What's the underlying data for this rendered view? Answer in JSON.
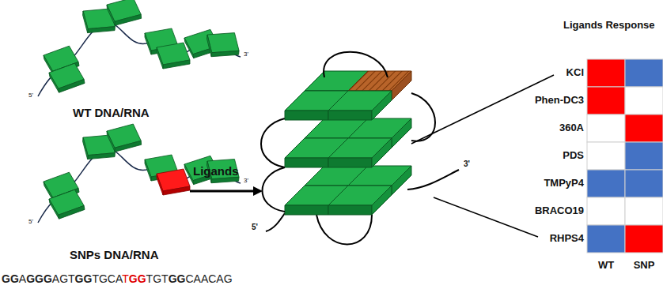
{
  "diagram": {
    "labels": [
      "5'",
      "3'",
      "WT DNA/RNA",
      "Ligands",
      "5'",
      "3'",
      "SNPs DNA/RNA",
      "GGAGGGAGTGGTGCATGGTGTGGCAACAG",
      "5'",
      "3'",
      "Ligands Response",
      "KCl",
      "Phen-DC3",
      "360A",
      "PDS",
      "TMPyP4",
      "BRACO19",
      "RHPS4",
      "WT",
      "SNP"
    ]
  }
}
